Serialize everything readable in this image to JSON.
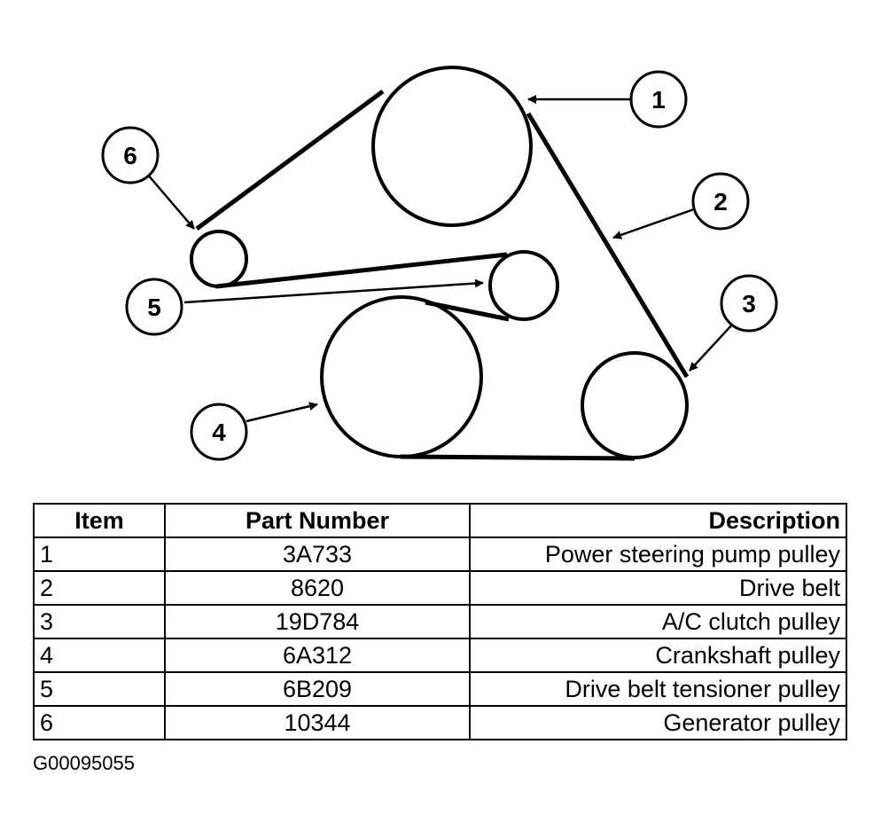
{
  "diagram": {
    "callouts": [
      "1",
      "2",
      "3",
      "4",
      "5",
      "6"
    ]
  },
  "table": {
    "headers": {
      "item": "Item",
      "part_number": "Part Number",
      "description": "Description"
    },
    "rows": [
      {
        "item": "1",
        "part_number": "3A733",
        "description": "Power steering pump pulley"
      },
      {
        "item": "2",
        "part_number": "8620",
        "description": "Drive belt"
      },
      {
        "item": "3",
        "part_number": "19D784",
        "description": "A/C clutch pulley"
      },
      {
        "item": "4",
        "part_number": "6A312",
        "description": "Crankshaft pulley"
      },
      {
        "item": "5",
        "part_number": "6B209",
        "description": "Drive belt tensioner pulley"
      },
      {
        "item": "6",
        "part_number": "10344",
        "description": "Generator pulley"
      }
    ]
  },
  "figure_id": "G00095055"
}
